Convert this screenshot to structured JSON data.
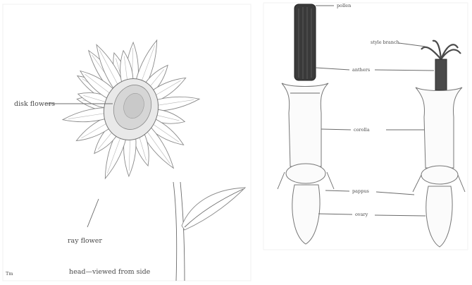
{
  "left_panel": {
    "labels": {
      "disk_flowers": "disk flowers",
      "ray_flower": "ray flower",
      "caption": "head—viewed from side",
      "corner_mark": "Tm"
    }
  },
  "right_panel": {
    "labels": {
      "pollen": "pollen",
      "style_branch": "style branch",
      "anthers": "anthers",
      "corolla": "corolla",
      "pappus": "pappus",
      "ovary": "ovary"
    }
  },
  "colors": {
    "ink": "#6b6b6b",
    "pollen_fill": "#3a3a3a",
    "background": "#ffffff"
  }
}
